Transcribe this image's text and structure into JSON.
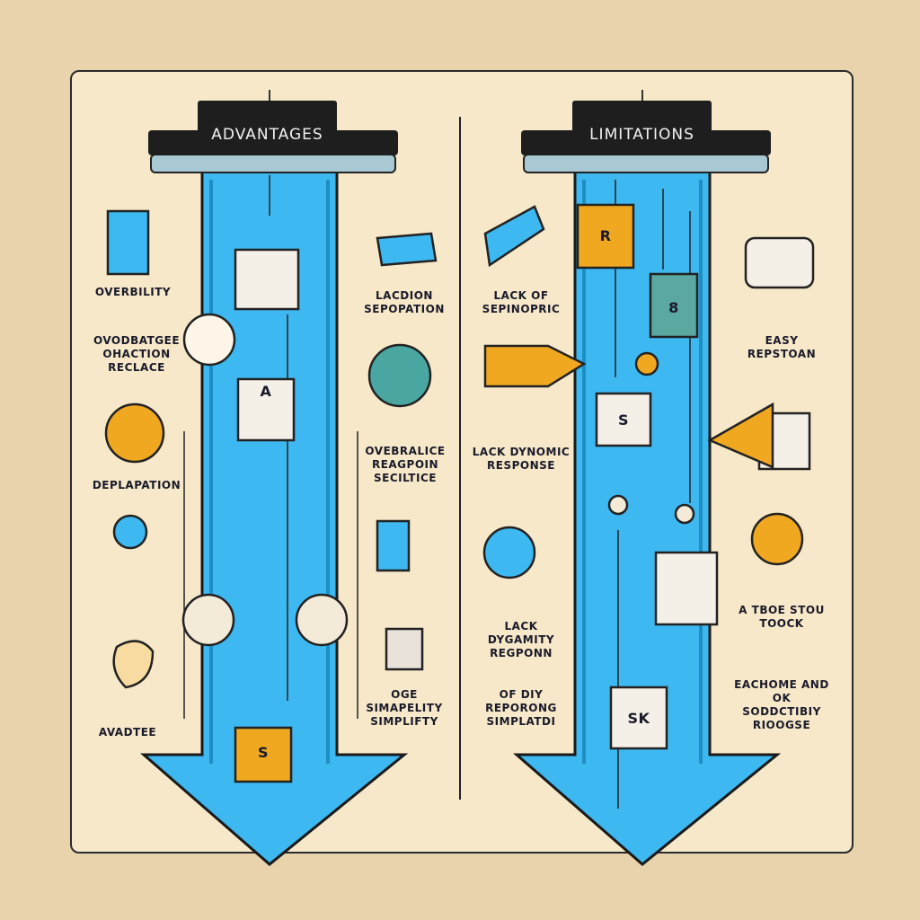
{
  "advantages": {
    "title": "ADVANTAGES",
    "labels": [
      "OVERBILITY",
      "OVODBATGEE OHACTION RECLACE",
      "DEPLAPATION",
      "AVADTEE",
      "LACDION SEPOPATION",
      "OVEBRALICE REAGPOIN SECILTICE",
      "OGE SIMAPELITY SIMPLIFTY"
    ],
    "cube_letters": [
      "A",
      "S"
    ]
  },
  "limitations": {
    "title": "LIMITATIONS",
    "labels": [
      "LACK OF SEPINOPRIC",
      "LACK DYNOMIC RESPONSE",
      "LACK DYGAMITY REGPONN",
      "OF DIY REPORONG SIMPLATDI",
      "EASY REPSTOAN",
      "A TBOE STOU TOOCK",
      "EACHOME AND OK SODDCTIBIY RIOOGSE"
    ],
    "cube_letters": [
      "R",
      "8",
      "S",
      "SK"
    ]
  },
  "colors": {
    "arrow": "#3db8f0",
    "accent": "#f0a820",
    "teal": "#4aa6a0",
    "banner": "#1e1e1e"
  }
}
